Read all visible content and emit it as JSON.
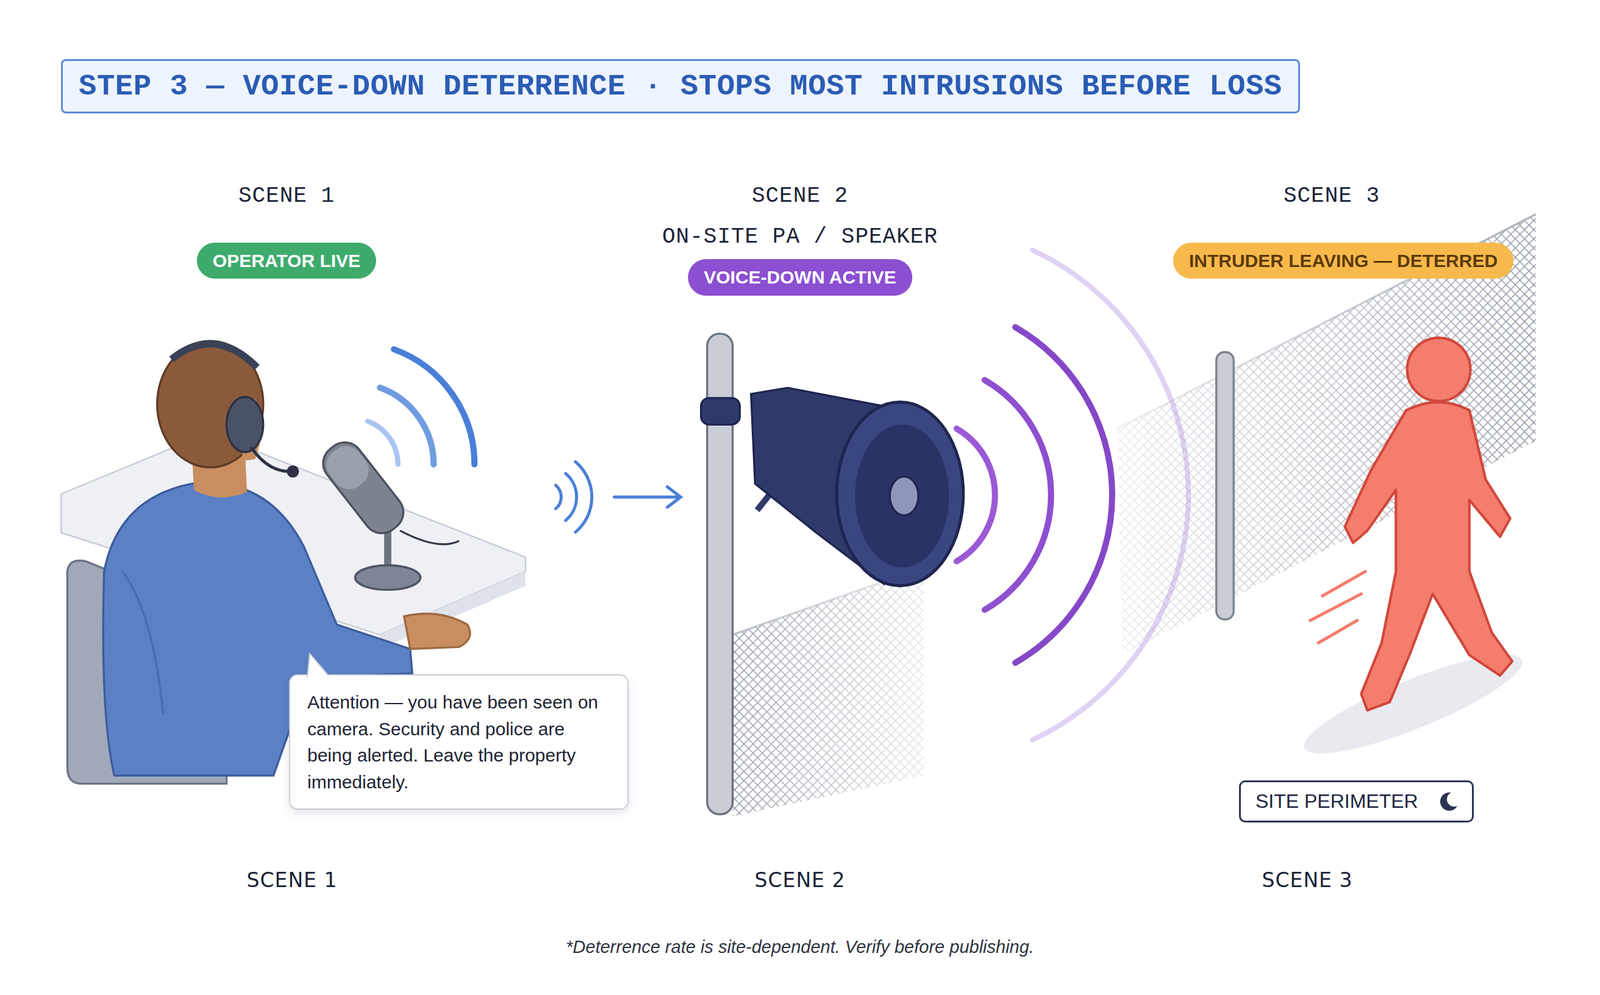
{
  "diagram": {
    "title": "STEP 3 — VOICE-DOWN DETERRENCE · STOPS MOST INTRUSIONS BEFORE LOSS",
    "caption": "*Deterrence rate is site-dependent. Verify before publishing.",
    "nodes": [
      {
        "text": [
          "OPERATOR LIVE"
        ]
      },
      {
        "text": [
          "VOICE-DOWN ACTIVE"
        ]
      },
      {
        "text": [
          "INTRUDER LEAVING — DETERRED"
        ]
      },
      {
        "text": [
          "Attention — you have been seen on camera. Security and police are being alerted. Leave the property immediately."
        ]
      },
      {
        "text": [
          "SITE PERIMETER"
        ]
      }
    ],
    "labels": [
      "SCENE 1",
      "SCENE 2",
      "ON-SITE PA / SPEAKER",
      "SCENE 3",
      "SCENE 1",
      "SCENE 2",
      "SCENE 3"
    ]
  }
}
